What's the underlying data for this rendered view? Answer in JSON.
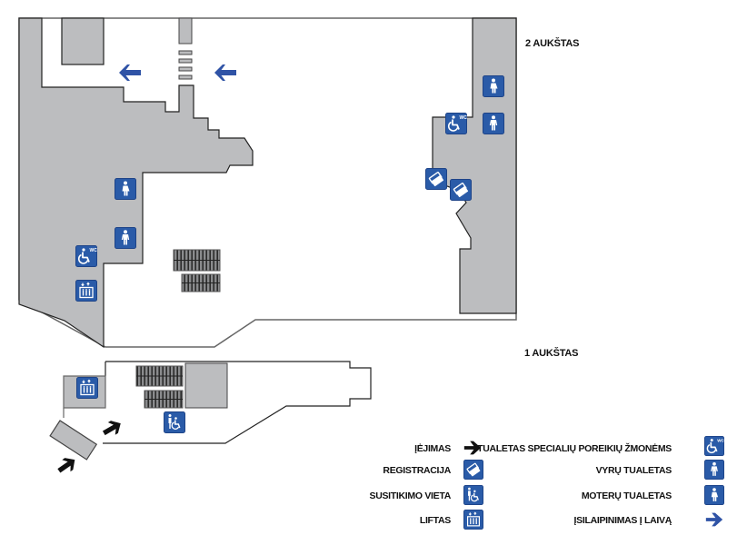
{
  "floors": {
    "upper": {
      "label": "2 AUKŠTAS"
    },
    "lower": {
      "label": "1 AUKŠTAS"
    }
  },
  "colors": {
    "floor_fill": "#bcbdbf",
    "wall_stroke": "#222222",
    "icon_blue": "#2a5ba8",
    "arrow_blue": "#2f53a6",
    "entrance_arrow": "#111111"
  },
  "legend": {
    "left": [
      {
        "label": "ĮĖJIMAS",
        "icon": "entrance-arrow-icon"
      },
      {
        "label": "REGISTRACIJA",
        "icon": "registration-tickets-icon"
      },
      {
        "label": "SUSITIKIMO VIETA",
        "icon": "meeting-point-icon"
      },
      {
        "label": "LIFTAS",
        "icon": "elevator-icon"
      }
    ],
    "right": [
      {
        "label": "TUALETAS SPECIALIŲ POREIKIŲ ŽMONĖMS",
        "icon": "accessible-wc-icon"
      },
      {
        "label": "VYRŲ TUALETAS",
        "icon": "mens-toilet-icon"
      },
      {
        "label": "MOTERŲ TUALETAS",
        "icon": "womens-toilet-icon"
      },
      {
        "label": "ĮSILAIPINIMAS Į LAIVĄ",
        "icon": "boarding-arrow-icon"
      }
    ]
  },
  "wc_badge_text": "WC"
}
